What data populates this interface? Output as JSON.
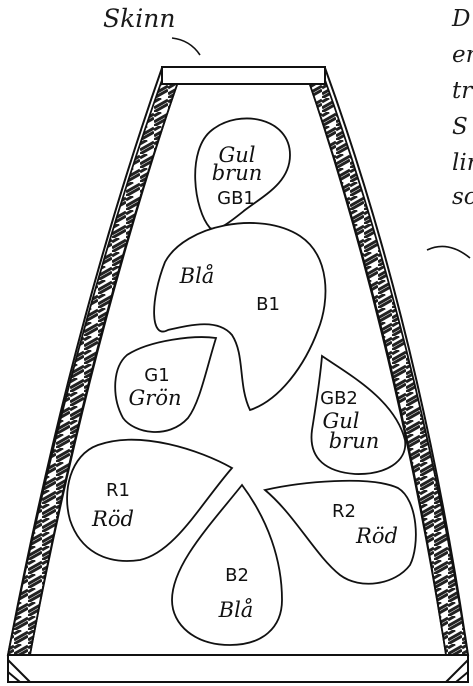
{
  "title_label": "Skinn",
  "side_note": [
    "D",
    "er",
    "tr",
    "S",
    "lir",
    "sc"
  ],
  "pieces": [
    {
      "code": "GB1",
      "color_name": [
        "Gul",
        "brun"
      ]
    },
    {
      "code": "B1",
      "color_name": [
        "Blå"
      ]
    },
    {
      "code": "G1",
      "color_name": [
        "Grön"
      ]
    },
    {
      "code": "GB2",
      "color_name": [
        "Gul",
        "brun"
      ]
    },
    {
      "code": "R1",
      "color_name": [
        "Röd"
      ]
    },
    {
      "code": "R2",
      "color_name": [
        "Röd"
      ]
    },
    {
      "code": "B2",
      "color_name": [
        "Blå"
      ]
    }
  ]
}
